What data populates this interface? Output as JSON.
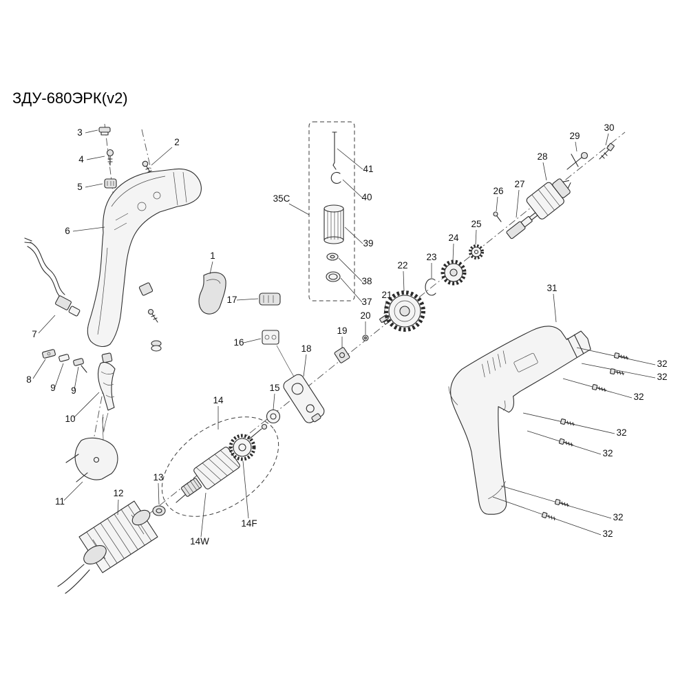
{
  "title": "ЗДУ-680ЭРК(v2)",
  "parts": {
    "1": "1",
    "2": "2",
    "3": "3",
    "4": "4",
    "5": "5",
    "6": "6",
    "7": "7",
    "8": "8",
    "9": "9",
    "10": "10",
    "11": "11",
    "12": "12",
    "13": "13",
    "14": "14",
    "14F": "14F",
    "14W": "14W",
    "15": "15",
    "16": "16",
    "17": "17",
    "18": "18",
    "19": "19",
    "20": "20",
    "21": "21",
    "22": "22",
    "23": "23",
    "24": "24",
    "25": "25",
    "26": "26",
    "27": "27",
    "28": "28",
    "29": "29",
    "30": "30",
    "31": "31",
    "32": "32",
    "35C": "35C",
    "37": "37",
    "38": "38",
    "39": "39",
    "40": "40",
    "41": "41"
  }
}
